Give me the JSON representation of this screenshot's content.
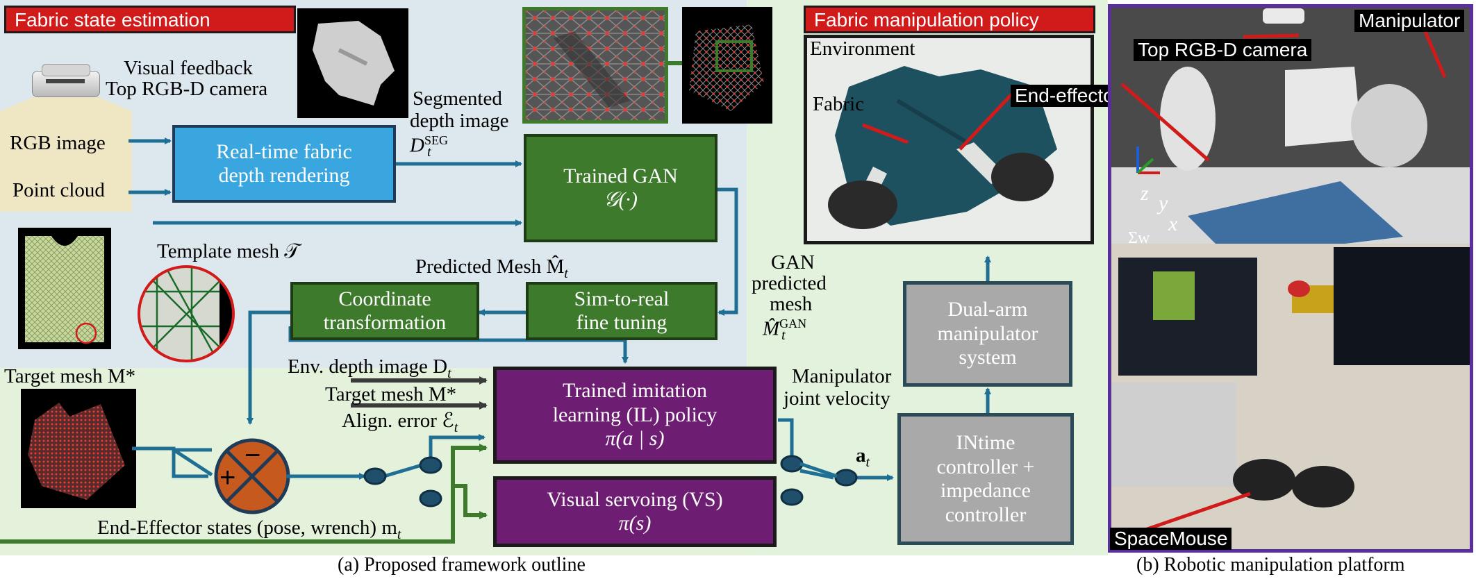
{
  "left_panel": {
    "estimation_header": "Fabric state estimation",
    "visual_feedback": "Visual feedback",
    "camera_label": "Top RGB-D camera",
    "rgb_image": "RGB image",
    "point_cloud": "Point cloud",
    "rendering_box": [
      "Real-time fabric",
      "depth rendering"
    ],
    "segmented_label": [
      "Segmented",
      "depth image"
    ],
    "segmented_symbol": "D",
    "segmented_sup": "SEG",
    "segmented_sub": "t",
    "gan_box": [
      "Trained GAN",
      "𝒢(·)"
    ],
    "template_label": "Template mesh 𝒯",
    "predicted_label": "Predicted Mesh M̂",
    "predicted_sub": "t",
    "gan_predicted": [
      "GAN",
      "predicted",
      "mesh"
    ],
    "gan_predicted_symbol": "M̂",
    "gan_predicted_sup": "GAN",
    "gan_predicted_sub": "t",
    "coord_box": [
      "Coordinate",
      "transformation"
    ],
    "sim_box": [
      "Sim-to-real",
      "fine tuning"
    ],
    "target_mesh_label": "Target mesh M*",
    "env_depth": "Env. depth image D",
    "env_depth_sub": "t",
    "target_mesh_in": "Target mesh M*",
    "align_error": "Align. error ℰ",
    "align_error_sub": "t",
    "il_box": [
      "Trained imitation",
      "learning (IL) policy",
      "π(a | s)"
    ],
    "vs_box": [
      "Visual servoing  (VS)",
      "π(s)"
    ],
    "ee_states": "End-Effector states (pose, wrench) m",
    "ee_states_sub": "t",
    "joint_velocity": [
      "Manipulator",
      "joint velocity"
    ],
    "action": "a",
    "action_sub": "t",
    "plus": "+",
    "minus": "−",
    "caption_a": "(a) Proposed framework outline"
  },
  "policy_panel": {
    "policy_header": "Fabric manipulation policy",
    "environment": "Environment",
    "fabric": "Fabric",
    "end_effector": "End-effector (EE)",
    "dual_arm_box": [
      "Dual-arm",
      "manipulator",
      "system"
    ],
    "controller_box": [
      "INtime",
      "controller +",
      "impedance",
      "controller"
    ]
  },
  "right_panel": {
    "top_camera": "Top RGB-D camera",
    "manipulator": "Manipulator",
    "frame_label": "Σw",
    "axis_x": "x",
    "axis_y": "y",
    "axis_z": "z",
    "spacemouse": "SpaceMouse",
    "caption_b": "(b) Robotic manipulation platform"
  },
  "colors": {
    "blue_box": "#3aa6df",
    "green_box": "#3d7a2c",
    "purple_box": "#6e1e72",
    "gray_box": "#a9a9a9",
    "header_red": "#d11a1a",
    "arrow": "#1f6f94",
    "summation": "#c65a1e",
    "frame_purple": "#5a2e9c"
  }
}
